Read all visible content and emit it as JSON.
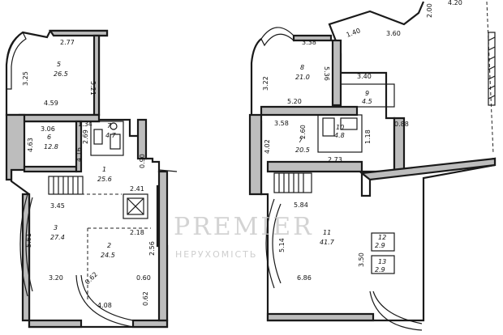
{
  "left_plan": {
    "rooms": [
      {
        "no": "5",
        "area": "26.5"
      },
      {
        "no": "6",
        "area": "12.8"
      },
      {
        "no": "7",
        "area": "4.7"
      },
      {
        "no": "1",
        "area": "25.6"
      },
      {
        "no": "3",
        "area": "27.4"
      },
      {
        "no": "2",
        "area": "24.5"
      }
    ],
    "dims": [
      "2.77",
      "3.25",
      "5.21",
      "4.59",
      "3.06",
      "4.63",
      "1.34",
      "2.69",
      "4.16",
      "2.41",
      "3.45",
      "5.61",
      "2.18",
      "3.20",
      "4.08",
      "0.62",
      "0.60",
      "0.62",
      "2.56",
      "0.90"
    ]
  },
  "right_plan": {
    "rooms": [
      {
        "no": "8",
        "area": "21.0"
      },
      {
        "no": "9",
        "area": "4.5"
      },
      {
        "no": "7",
        "area": "20.5"
      },
      {
        "no": "10",
        "area": "4.8"
      },
      {
        "no": "11",
        "area": "41.7"
      },
      {
        "no": "12",
        "area": "2.9"
      },
      {
        "no": "13",
        "area": "2.9"
      }
    ],
    "dims": [
      "3.38",
      "1.40",
      "3.60",
      "2.00",
      "4.20",
      "3.22",
      "5.36",
      "3.40",
      "5.20",
      "3.58",
      "2.60",
      "1.18",
      "0.88",
      "4.02",
      "2.73",
      "5.84",
      "5.14",
      "3.50",
      "6.86"
    ]
  },
  "watermark": {
    "brand": "PREMIER",
    "sub": "НЕРУХОМІСТЬ"
  }
}
